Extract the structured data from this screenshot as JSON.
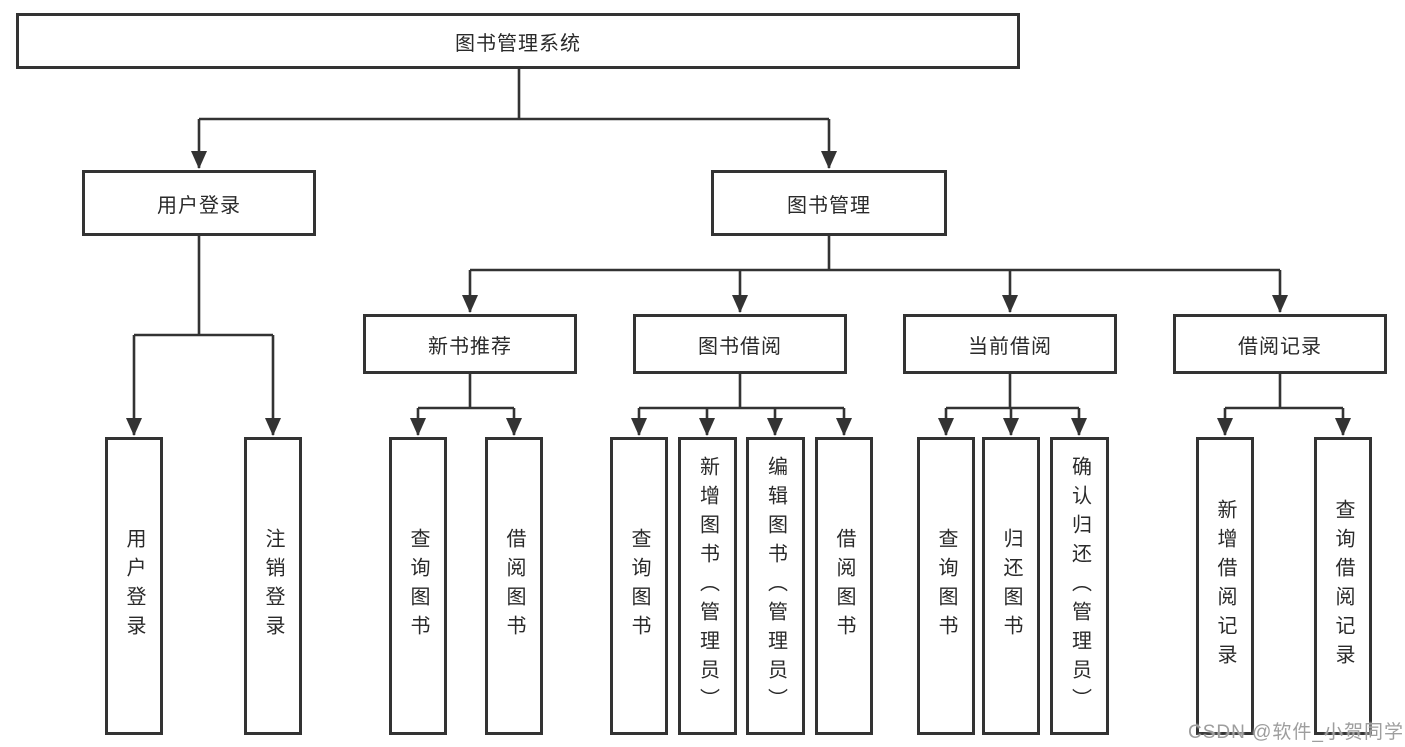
{
  "diagram": {
    "title": "图书管理系统",
    "tree": {
      "root": {
        "label": "图书管理系统"
      },
      "branches": [
        {
          "label": "用户登录",
          "children": [
            {
              "label": "用户登录"
            },
            {
              "label": "注销登录"
            }
          ]
        },
        {
          "label": "图书管理",
          "children": [
            {
              "label": "新书推荐",
              "children": [
                {
                  "label": "查询图书"
                },
                {
                  "label": "借阅图书"
                }
              ]
            },
            {
              "label": "图书借阅",
              "children": [
                {
                  "label": "查询图书"
                },
                {
                  "label": "新增图书（管理员）"
                },
                {
                  "label": "编辑图书（管理员）"
                },
                {
                  "label": "借阅图书"
                }
              ]
            },
            {
              "label": "当前借阅",
              "children": [
                {
                  "label": "查询图书"
                },
                {
                  "label": "归还图书"
                },
                {
                  "label": "确认归还（管理员）"
                }
              ]
            },
            {
              "label": "借阅记录",
              "children": [
                {
                  "label": "新增借阅记录"
                },
                {
                  "label": "查询借阅记录"
                }
              ]
            }
          ]
        }
      ]
    }
  },
  "watermark": {
    "text": "CSDN @软件_小贺同学"
  },
  "colors": {
    "line": "#333333",
    "box_border": "#333333",
    "text": "#2a2a2a",
    "background": "#ffffff",
    "watermark": "#9e9e9e"
  }
}
